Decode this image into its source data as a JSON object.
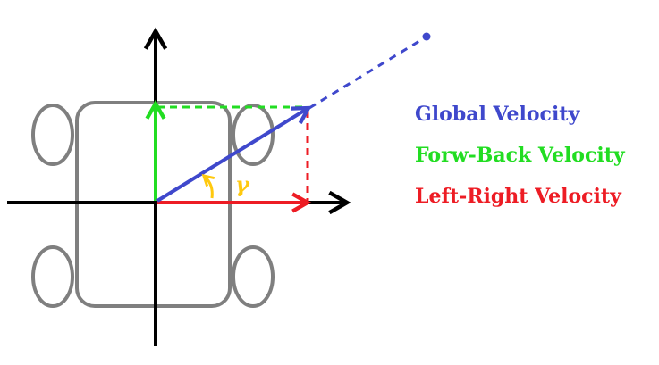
{
  "legend": {
    "global": "Global Velocity",
    "forw_back": "Forw-Back Velocity",
    "left_right": "Left-Right Velocity"
  },
  "angle_label": "γ",
  "colors": {
    "global": "#3f48cc",
    "forw_back": "#22dd22",
    "left_right": "#ed1c24",
    "axes": "#000000",
    "robot": "#7f7f7f",
    "angle": "#ffc90e"
  }
}
